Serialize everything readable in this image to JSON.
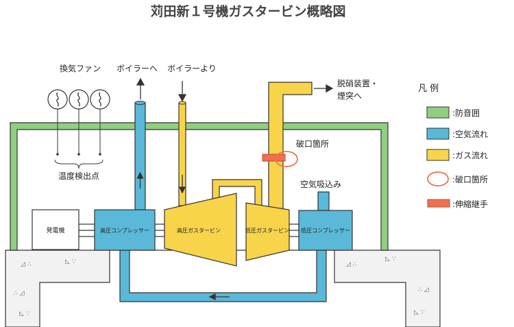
{
  "title": "苅田新１号機ガスタービン概略図",
  "labels": {
    "ventilation_fan": "換気ファン",
    "to_boiler": "ボイラーへ",
    "from_boiler": "ボイラーより",
    "to_denox_line1": "脱硝装置・",
    "to_denox_line2": "煙突へ",
    "rupture_point": "破口箇所",
    "temp_detection_points": "温度検出点",
    "air_intake": "空気吸込み",
    "generator": "発電機",
    "hp_compressor": "高圧コンプレッサー",
    "hp_gas_turbine": "高圧ガスタービン",
    "lp_gas_turbine": "低圧ガスタービン",
    "lp_compressor": "低圧コンプレッサー"
  },
  "legend": {
    "title": "凡 例",
    "items": [
      {
        "kind": "green-box",
        "label": ":防音囲"
      },
      {
        "kind": "blue-box",
        "label": ":空気流れ"
      },
      {
        "kind": "yellow-box",
        "label": ":ガス流れ"
      },
      {
        "kind": "red-circle",
        "label": ":破口箇所"
      },
      {
        "kind": "red-bar",
        "label": ":伸縮継手"
      }
    ]
  },
  "colors": {
    "enclosure": "#8fcf7f",
    "air_flow": "#5ab8d8",
    "gas_flow": "#f7d44a",
    "rupture": "#f08060",
    "expansion_joint": "#ee7050",
    "concrete": "#f2f2f2"
  }
}
